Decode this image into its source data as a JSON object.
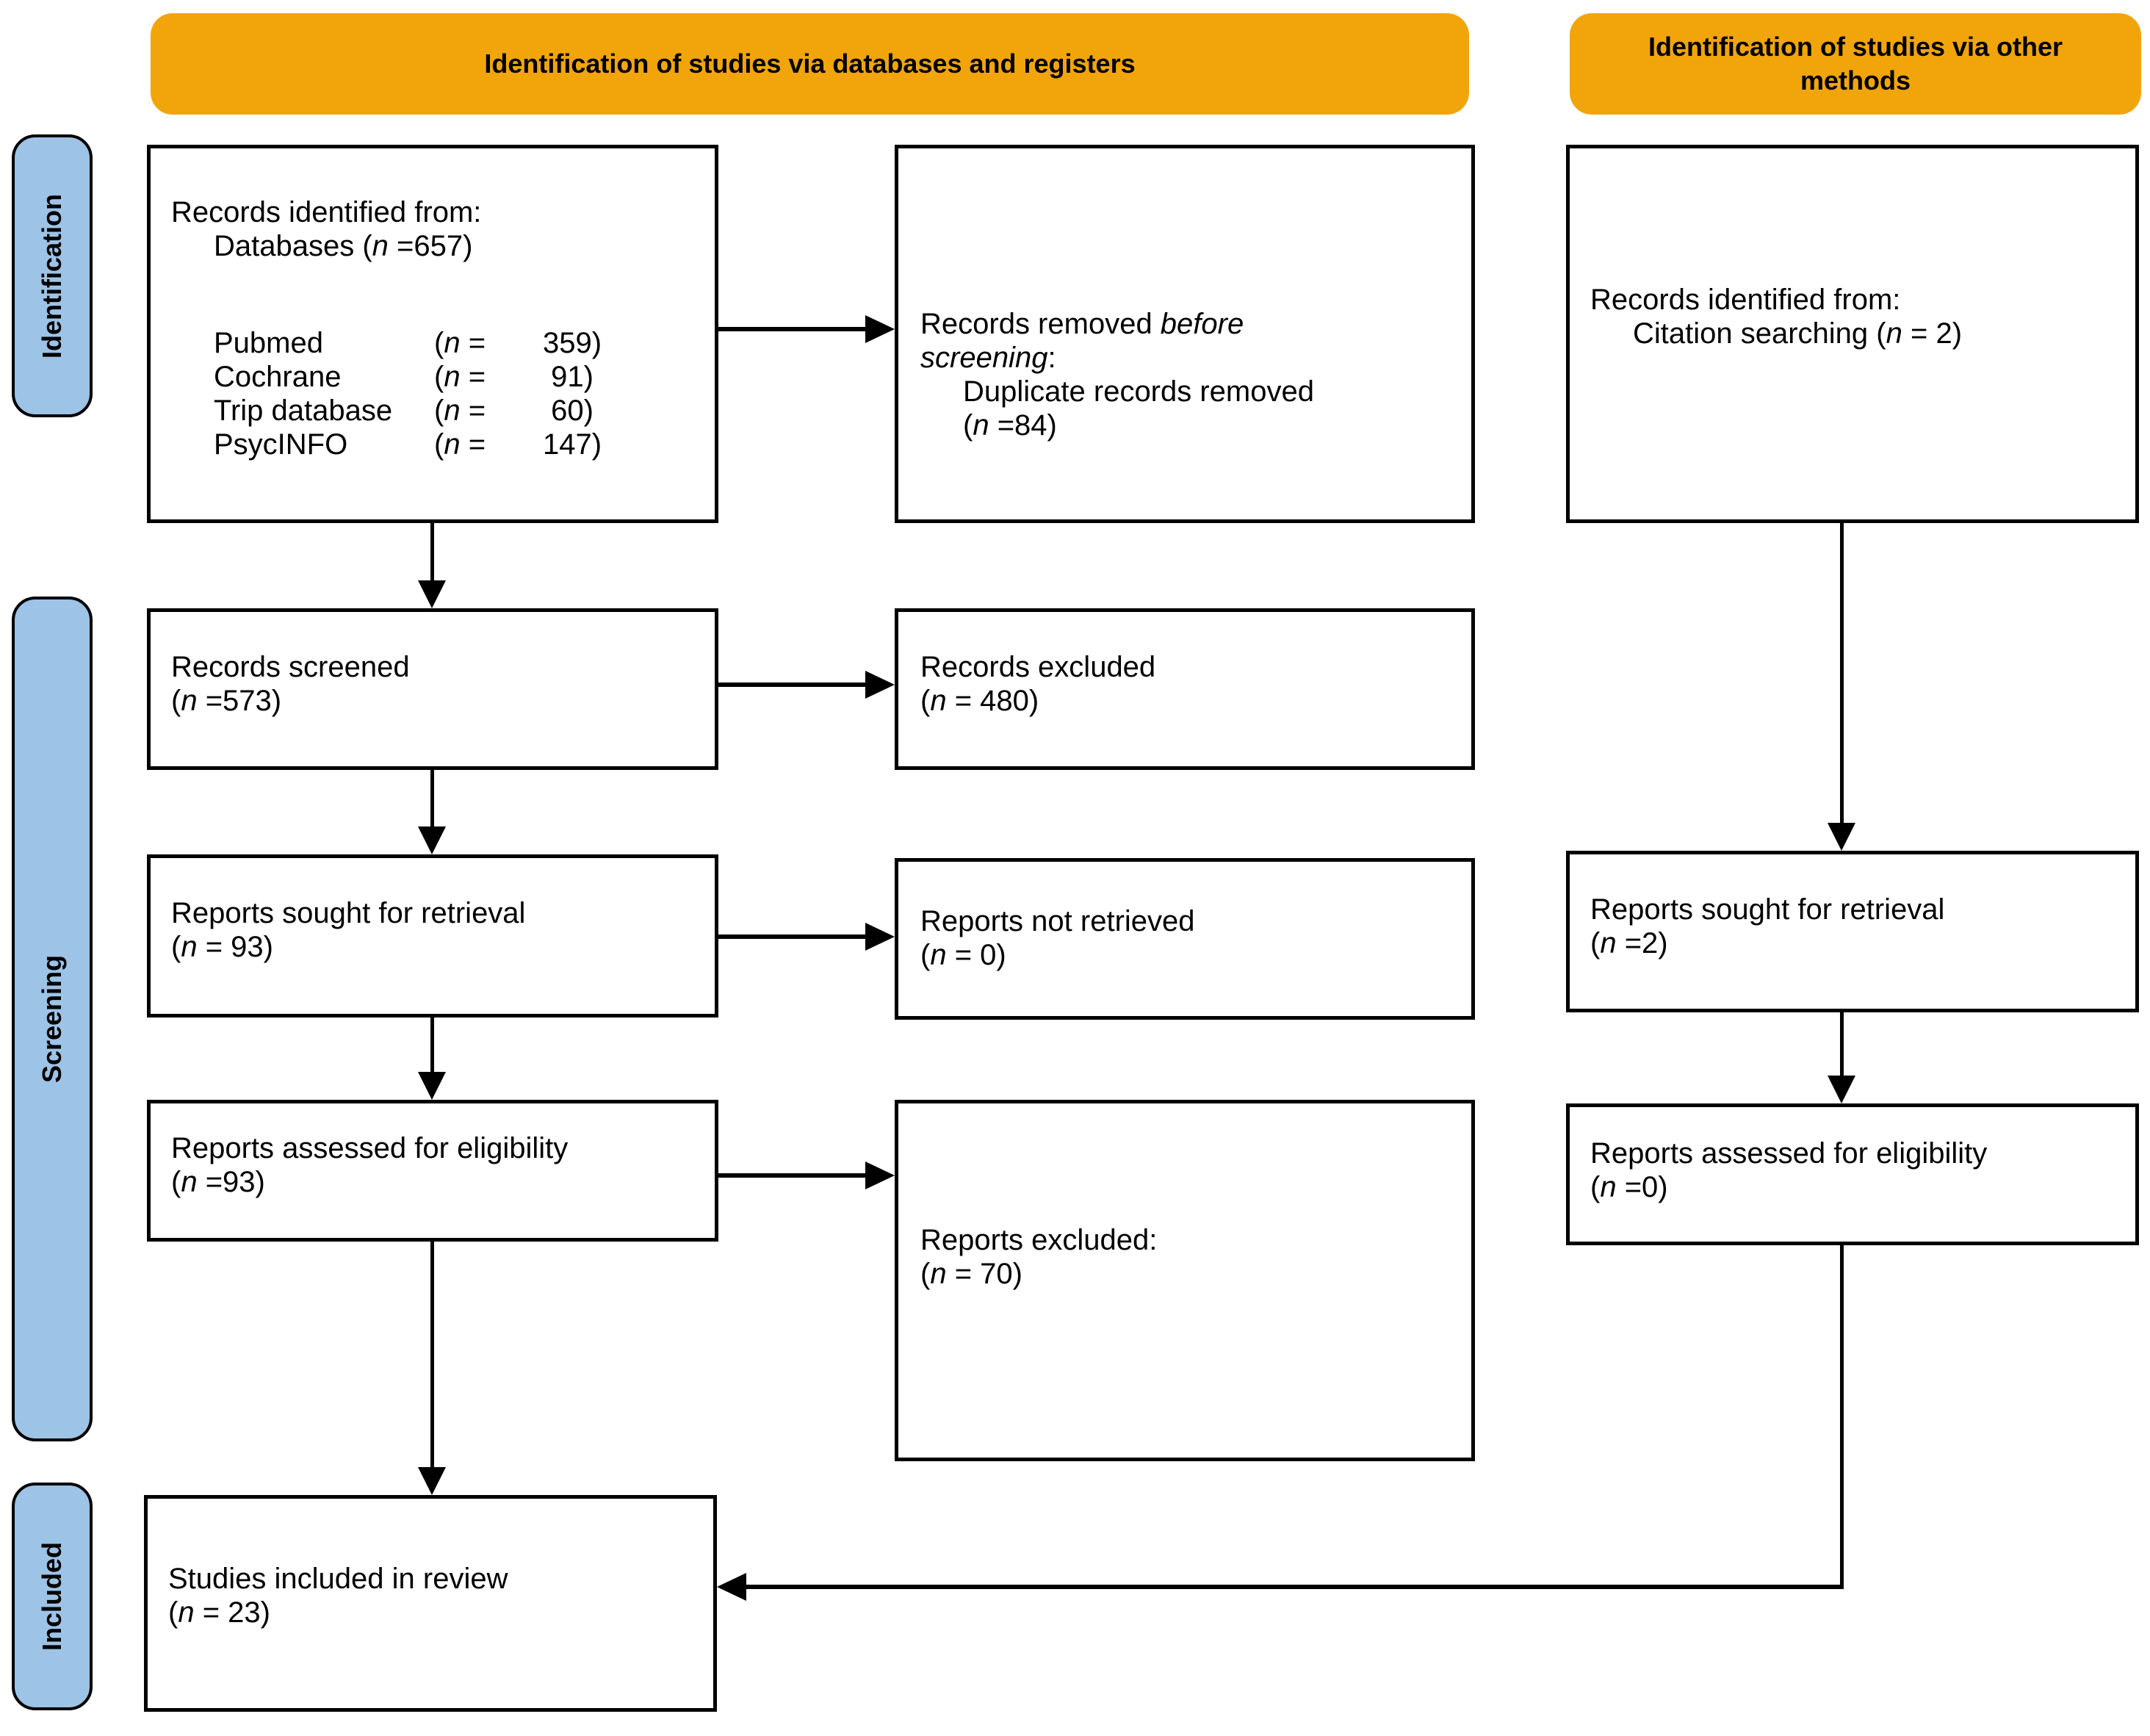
{
  "colors": {
    "header_bg": "#F1A50B",
    "stage_bg": "#9DC3E6",
    "line_color": "#000000"
  },
  "headers": {
    "databases_registers": "Identification of studies via databases and registers",
    "other_methods": "Identification of studies via other methods"
  },
  "stages": {
    "identification": "Identification",
    "screening": "Screening",
    "included": "Included"
  },
  "boxes": {
    "records_identified": {
      "line1": "Records identified from:",
      "line2_label": "Databases ",
      "line2_count": "(n =657)",
      "sources": [
        {
          "name": "Pubmed",
          "n_eq": "(n =",
          "value": "359)"
        },
        {
          "name": "Cochrane",
          "n_eq": "(n =",
          "value": "91)"
        },
        {
          "name": "Trip database",
          "n_eq": "(n =",
          "value": "60)"
        },
        {
          "name": "PsycINFO",
          "n_eq": "(n =",
          "value": "147)"
        }
      ]
    },
    "records_removed": {
      "line1_normal": "Records removed ",
      "line1_italic": "before screening",
      "line1_colon": ":",
      "line2": "Duplicate records removed",
      "count": "(n =84)"
    },
    "citation_identified": {
      "line1": "Records identified from:",
      "line2_label": "Citation searching ",
      "count": "(n = 2)"
    },
    "records_screened": {
      "label": "Records screened",
      "count": "(n =573)"
    },
    "records_excluded": {
      "label": "Records excluded",
      "count": "(n = 480)"
    },
    "reports_sought_db": {
      "label": "Reports sought for retrieval",
      "count": "(n = 93)"
    },
    "reports_not_retrieved": {
      "label": "Reports not retrieved",
      "count": "(n = 0)"
    },
    "reports_sought_other": {
      "label": "Reports sought for retrieval",
      "count": "(n =2)"
    },
    "reports_assessed_db": {
      "label": "Reports assessed for eligibility",
      "count": "(n =93)"
    },
    "reports_excluded": {
      "label": "Reports excluded:",
      "count": "(n = 70)"
    },
    "reports_assessed_other": {
      "label": "Reports assessed for eligibility",
      "count": "(n =0)"
    },
    "studies_included": {
      "label": "Studies included in review",
      "count": "(n = 23)"
    }
  }
}
